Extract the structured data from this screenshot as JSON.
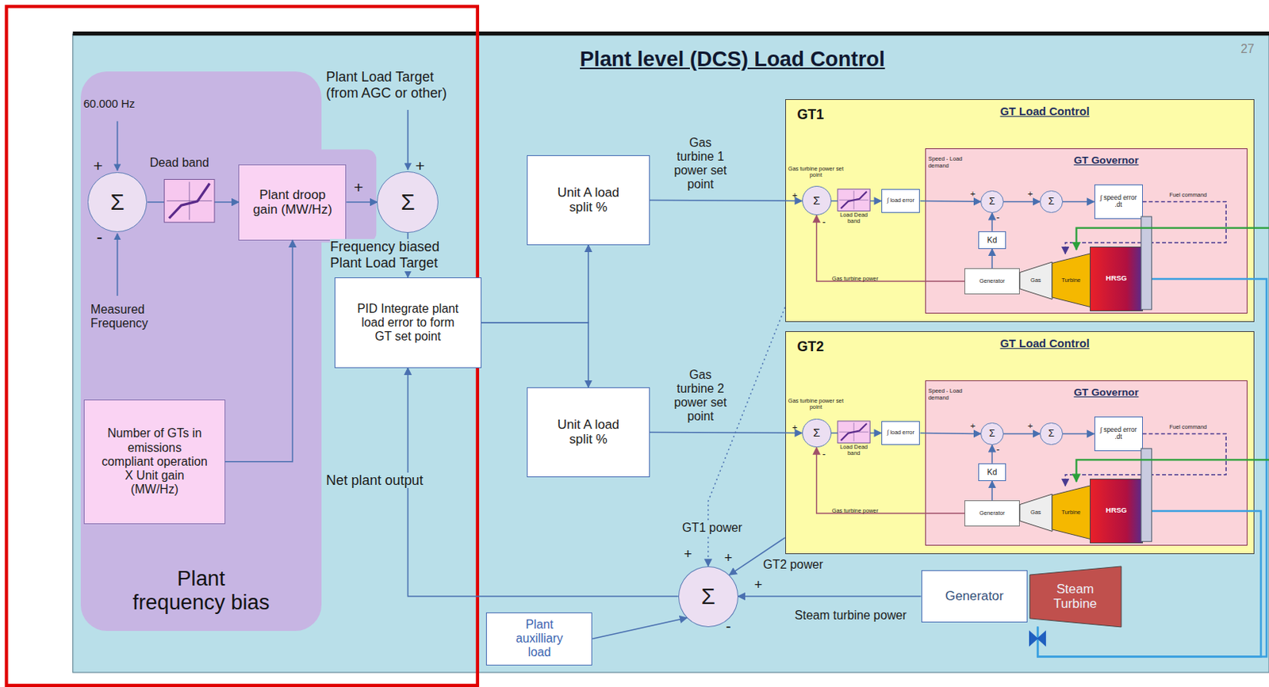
{
  "diagram": {
    "title": "Plant level (DCS) Load Control",
    "nodes": [
      {
        "text": [
          "Plant frequency bias"
        ]
      },
      {
        "text": [
          "Σ"
        ],
        "in": 0
      },
      {
        "text": [
          "Plant droop gain (MW/Hz)"
        ],
        "in": 0
      },
      {
        "text": [
          "Number of GTs in emissions compliant operation X Unit gain (MW/Hz)"
        ],
        "in": 0
      },
      {
        "text": [
          "Σ"
        ]
      },
      {
        "text": [
          "PID Integrate plant load error to form GT set point"
        ]
      },
      {
        "text": [
          "Unit A load split %"
        ]
      },
      {
        "text": [
          "Unit A load split %"
        ]
      },
      {
        "text": [
          "GT1",
          "GT Load Control"
        ]
      },
      {
        "text": [
          "Σ"
        ],
        "in": 8
      },
      {
        "text": [
          "∫ load error"
        ],
        "in": 8
      },
      {
        "text": [
          "GT Governor"
        ],
        "in": 8
      },
      {
        "text": [
          "Σ"
        ],
        "in": 11
      },
      {
        "text": [
          "Σ"
        ],
        "in": 11
      },
      {
        "text": [
          "∫ speed error .dt"
        ],
        "in": 11
      },
      {
        "text": [
          "Kd"
        ],
        "in": 11
      },
      {
        "text": [
          "Generator"
        ],
        "in": 11
      },
      {
        "text": [
          "Gas"
        ],
        "in": 11
      },
      {
        "text": [
          "Turbine"
        ],
        "in": 11
      },
      {
        "text": [
          "HRSG"
        ],
        "in": 11
      },
      {
        "text": [
          "GT2",
          "GT Load Control"
        ]
      },
      {
        "text": [
          "Σ"
        ],
        "in": 20
      },
      {
        "text": [
          "∫ load error"
        ],
        "in": 20
      },
      {
        "text": [
          "GT Governor"
        ],
        "in": 20
      },
      {
        "text": [
          "Σ"
        ],
        "in": 23
      },
      {
        "text": [
          "Σ"
        ],
        "in": 23
      },
      {
        "text": [
          "∫ speed error .dt"
        ],
        "in": 23
      },
      {
        "text": [
          "Kd"
        ],
        "in": 23
      },
      {
        "text": [
          "Generator"
        ],
        "in": 23
      },
      {
        "text": [
          "Gas"
        ],
        "in": 23
      },
      {
        "text": [
          "Turbine"
        ],
        "in": 23
      },
      {
        "text": [
          "HRSG"
        ],
        "in": 23
      },
      {
        "text": [
          "Σ"
        ]
      },
      {
        "text": [
          "Plant auxilliary load"
        ]
      },
      {
        "text": [
          "Generator"
        ]
      },
      {
        "text": [
          "Steam Turbine"
        ]
      }
    ],
    "edges": [
      {
        "from": 1,
        "to": 2,
        "arrow": "to"
      },
      {
        "from": 3,
        "to": 2,
        "arrow": "to"
      },
      {
        "from": 2,
        "to": 4,
        "arrow": "to"
      },
      {
        "from": 4,
        "to": 5,
        "label": "Frequency biased Plant Load Target",
        "arrow": "to"
      },
      {
        "from": 5,
        "to": 6,
        "arrow": "to"
      },
      {
        "from": 5,
        "to": 7,
        "arrow": "to"
      },
      {
        "from": 6,
        "to": 9,
        "label": "Gas turbine 1 power set point",
        "arrow": "to"
      },
      {
        "from": 7,
        "to": 21,
        "label": "Gas turbine 2 power set point",
        "arrow": "to"
      },
      {
        "from": 9,
        "to": 10,
        "arrow": "to"
      },
      {
        "from": 10,
        "to": 12,
        "arrow": "to"
      },
      {
        "from": 12,
        "to": 13,
        "arrow": "to"
      },
      {
        "from": 13,
        "to": 14,
        "arrow": "to"
      },
      {
        "from": 15,
        "to": 12,
        "arrow": "to"
      },
      {
        "from": 16,
        "to": 15,
        "arrow": "to"
      },
      {
        "from": 16,
        "to": 9,
        "label": "Gas turbine power",
        "arrow": "to"
      },
      {
        "from": 14,
        "to": 18,
        "label": "Fuel command",
        "arrow": "to"
      },
      {
        "from": 21,
        "to": 22,
        "arrow": "to"
      },
      {
        "from": 22,
        "to": 24,
        "arrow": "to"
      },
      {
        "from": 24,
        "to": 25,
        "arrow": "to"
      },
      {
        "from": 25,
        "to": 26,
        "arrow": "to"
      },
      {
        "from": 27,
        "to": 24,
        "arrow": "to"
      },
      {
        "from": 28,
        "to": 27,
        "arrow": "to"
      },
      {
        "from": 28,
        "to": 21,
        "label": "Gas turbine power",
        "arrow": "to"
      },
      {
        "from": 26,
        "to": 30,
        "label": "Fuel command",
        "arrow": "to"
      },
      {
        "from": 8,
        "to": 32,
        "label": "GT1 power",
        "arrow": "to"
      },
      {
        "from": 20,
        "to": 32,
        "label": "GT2 power",
        "arrow": "to"
      },
      {
        "from": 34,
        "to": 32,
        "label": "Steam turbine power",
        "arrow": "to"
      },
      {
        "from": 33,
        "to": 32,
        "arrow": "to"
      },
      {
        "from": 32,
        "to": 5,
        "label": "Net plant output",
        "arrow": "to"
      },
      {
        "from": 19,
        "to": 35,
        "arrow": "none"
      },
      {
        "from": 31,
        "to": 35,
        "arrow": "none"
      }
    ],
    "labels": [
      "27",
      "60.000 Hz",
      "+",
      "-",
      "Dead band",
      "+",
      "+",
      "Plant Load Target (from AGC or other)",
      "Measured Frequency",
      "+",
      "-",
      "Gas turbine power set point",
      "Load Dead band",
      "Speed - Load demand",
      "+",
      "-",
      "+",
      "+",
      "-",
      "Gas turbine power set point",
      "Load Dead band",
      "Speed - Load demand",
      "+",
      "-",
      "+",
      "+",
      "+",
      "+",
      "-"
    ]
  }
}
